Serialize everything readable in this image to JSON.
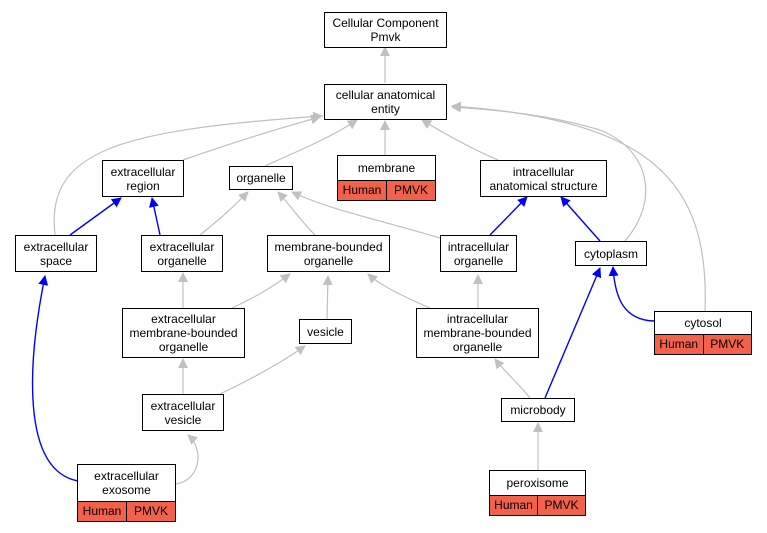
{
  "colors": {
    "is_a": "#c0c0c0",
    "part_of": "#0000ff",
    "annotation": "#f3614a"
  },
  "nodes": {
    "root": {
      "lines": [
        "Cellular Component",
        "Pmvk"
      ]
    },
    "cae": {
      "lines": [
        "cellular anatomical",
        "entity"
      ]
    },
    "ecr": {
      "lines": [
        "extracellular",
        "region"
      ]
    },
    "org": {
      "lines": [
        "organelle"
      ]
    },
    "mem": {
      "lines": [
        "membrane"
      ],
      "tags": [
        "Human",
        "PMVK"
      ]
    },
    "ias": {
      "lines": [
        "intracellular",
        "anatomical structure"
      ]
    },
    "ecs": {
      "lines": [
        "extracellular",
        "space"
      ]
    },
    "eco": {
      "lines": [
        "extracellular",
        "organelle"
      ]
    },
    "mbo": {
      "lines": [
        "membrane-bounded",
        "organelle"
      ]
    },
    "ico": {
      "lines": [
        "intracellular",
        "organelle"
      ]
    },
    "cyt": {
      "lines": [
        "cytoplasm"
      ]
    },
    "embo": {
      "lines": [
        "extracellular",
        "membrane-bounded",
        "organelle"
      ]
    },
    "ves": {
      "lines": [
        "vesicle"
      ]
    },
    "imbo": {
      "lines": [
        "intracellular",
        "membrane-bounded",
        "organelle"
      ]
    },
    "cyto": {
      "lines": [
        "cytosol"
      ],
      "tags": [
        "Human",
        "PMVK"
      ]
    },
    "ecv": {
      "lines": [
        "extracellular",
        "vesicle"
      ]
    },
    "mic": {
      "lines": [
        "microbody"
      ]
    },
    "exo": {
      "lines": [
        "extracellular",
        "exosome"
      ],
      "tags": [
        "Human",
        "PMVK"
      ]
    },
    "per": {
      "lines": [
        "peroxisome"
      ],
      "tags": [
        "Human",
        "PMVK"
      ]
    }
  }
}
